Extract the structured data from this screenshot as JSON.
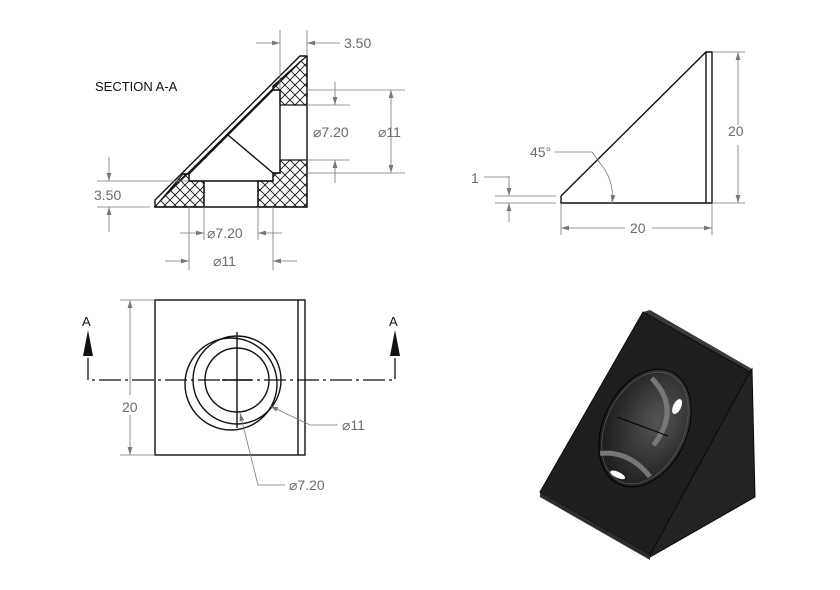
{
  "section_view": {
    "title": "SECTION A-A",
    "dims": {
      "wall_top": "3.50",
      "wall_bottom": "3.50",
      "bore_right": "⌀7.20",
      "cbore_right": "⌀11",
      "bore_bottom": "⌀7.20",
      "cbore_bottom": "⌀11"
    }
  },
  "side_view": {
    "angle": "45°",
    "lip": "1",
    "height": "20",
    "width": "20"
  },
  "front_view": {
    "section_letter_left": "A",
    "section_letter_right": "A",
    "height": "20",
    "cbore": "⌀11",
    "bore": "⌀7.20"
  },
  "colors": {
    "part": "#1e1e1e",
    "line": "#111111",
    "dim": "#6b6b6b"
  }
}
